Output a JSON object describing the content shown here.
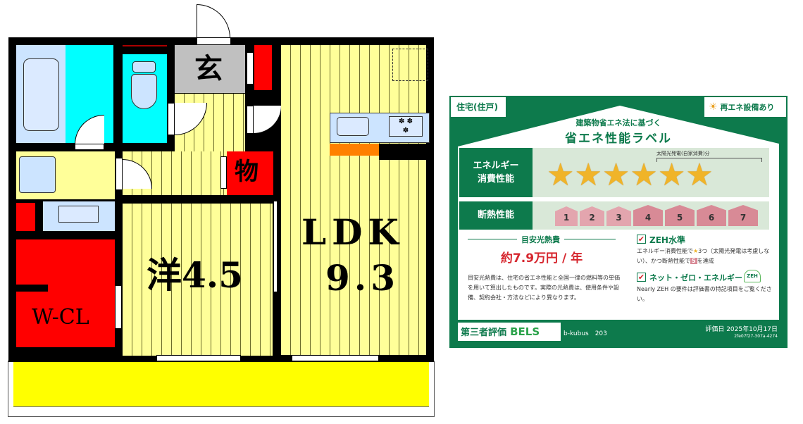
{
  "floor_plan": {
    "rooms": {
      "entrance": "玄",
      "storage": "物",
      "western_room": "洋4.5",
      "ldk_name": "LDK",
      "ldk_size": "9.3",
      "walk_in_closet": "W-CL"
    },
    "colors": {
      "wall": "#000000",
      "floor": "#ffff99",
      "wet_area": "#00ffff",
      "storage": "#ff0000",
      "entrance": "#c0c0c0",
      "balcony": "#ffff00",
      "kitchen_counter": "#cce4ff",
      "counter_accent": "#ff8000"
    }
  },
  "bels_label": {
    "building_type": "住宅(住戸)",
    "renewable_badge": "再エネ設備あり",
    "subtitle": "建築物省エネ法に基づく",
    "title": "省エネ性能ラベル",
    "energy": {
      "label_line1": "エネルギー",
      "label_line2": "消費性能",
      "solar_note": "太陽光発電(自家消費)分",
      "stars_filled": 3,
      "stars_solar": 3
    },
    "insulation": {
      "label": "断熱性能",
      "levels": [
        "1",
        "2",
        "3",
        "4",
        "5",
        "6",
        "7"
      ],
      "achieved": 5
    },
    "cost": {
      "heading": "目安光熱費",
      "value": "約7.9万円 / 年",
      "note": "目安光熱費は、住宅の省エネ性能と全国一律の燃料等の単価を用いて算出したものです。実際の光熱費は、使用条件や設備、契約会社・方法などにより異なります。"
    },
    "zeh": {
      "check1_label": "ZEH水準",
      "check1_desc_a": "エネルギー消費性能で",
      "check1_desc_b": "3つ（太陽光発電は考慮しない）、かつ断熱性能で",
      "check1_level": "5",
      "check1_desc_c": "を達成",
      "check2_label": "ネット・ゼロ・エネルギー",
      "zeh_logo": "ZEH",
      "check2_desc": "Nearly ZEH の要件は評価書の特記項目をご覧ください。"
    },
    "footer": {
      "third_party": "第三者評価",
      "bels": "BELS",
      "issuer": "b-kubus　203",
      "date": "評価日 2025年10月17日",
      "code": "2fe07f27-307a-4274"
    },
    "colors": {
      "green": "#0d7a4c",
      "light_green": "#d9e8d8",
      "red_text": "#d6262e",
      "insulation_block": "#d88a96",
      "star": "#f0b429"
    }
  }
}
